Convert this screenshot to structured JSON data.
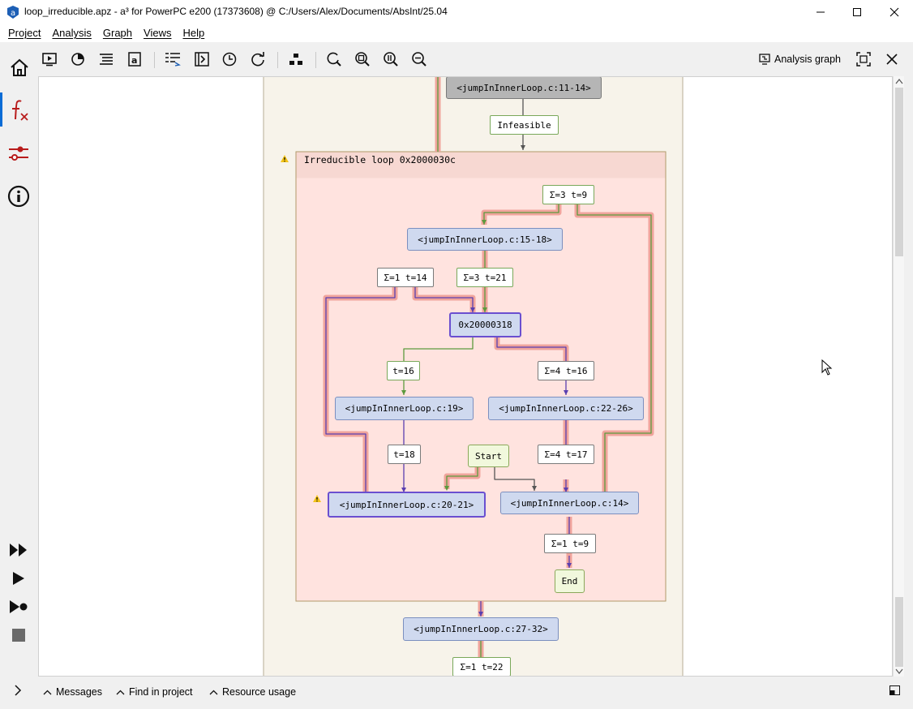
{
  "window": {
    "title": "loop_irreducible.apz - a³ for PowerPC e200 (17373608) @ C:/Users/Alex/Documents/AbsInt/25.04"
  },
  "menu": [
    "Project",
    "Analysis",
    "Graph",
    "Views",
    "Help"
  ],
  "toolbar": {
    "graph_label": "Analysis graph",
    "icons": [
      "home-icon",
      "run-icon",
      "pie-chart-icon",
      "list-icon",
      "a-icon",
      "report-icon",
      "source-icon",
      "clock-icon",
      "refresh-icon",
      "graph-layout-icon",
      "zoom-reset-icon",
      "zoom-fit-icon",
      "zoom-in-icon",
      "zoom-out-icon"
    ]
  },
  "left_rail": {
    "icons": [
      "function-icon",
      "slider-icon",
      "info-icon",
      "fast-forward-icon",
      "play-icon",
      "step-icon",
      "stop-icon"
    ]
  },
  "graph": {
    "nodes": {
      "top_block": "<jumpInInnerLoop.c:11-14>",
      "infeasible": "Infeasible",
      "loop_title": "Irreducible loop 0x2000030c",
      "e1": "Σ=3 t=9",
      "b15": "<jumpInInnerLoop.c:15-18>",
      "e2": "Σ=1 t=14",
      "e3": "Σ=3 t=21",
      "addr": "0x20000318",
      "e4": "t=16",
      "e5": "Σ=4 t=16",
      "b19": "<jumpInInnerLoop.c:19>",
      "b22": "<jumpInInnerLoop.c:22-26>",
      "e6": "t=18",
      "start": "Start",
      "e7": "Σ=4 t=17",
      "b20": "<jumpInInnerLoop.c:20-21>",
      "b14": "<jumpInInnerLoop.c:14>",
      "e8": "Σ=1 t=9",
      "end": "End",
      "b27": "<jumpInInnerLoop.c:27-32>",
      "e9": "Σ=1 t=22"
    }
  },
  "bottom_tabs": [
    "Messages",
    "Find in project",
    "Resource usage"
  ]
}
